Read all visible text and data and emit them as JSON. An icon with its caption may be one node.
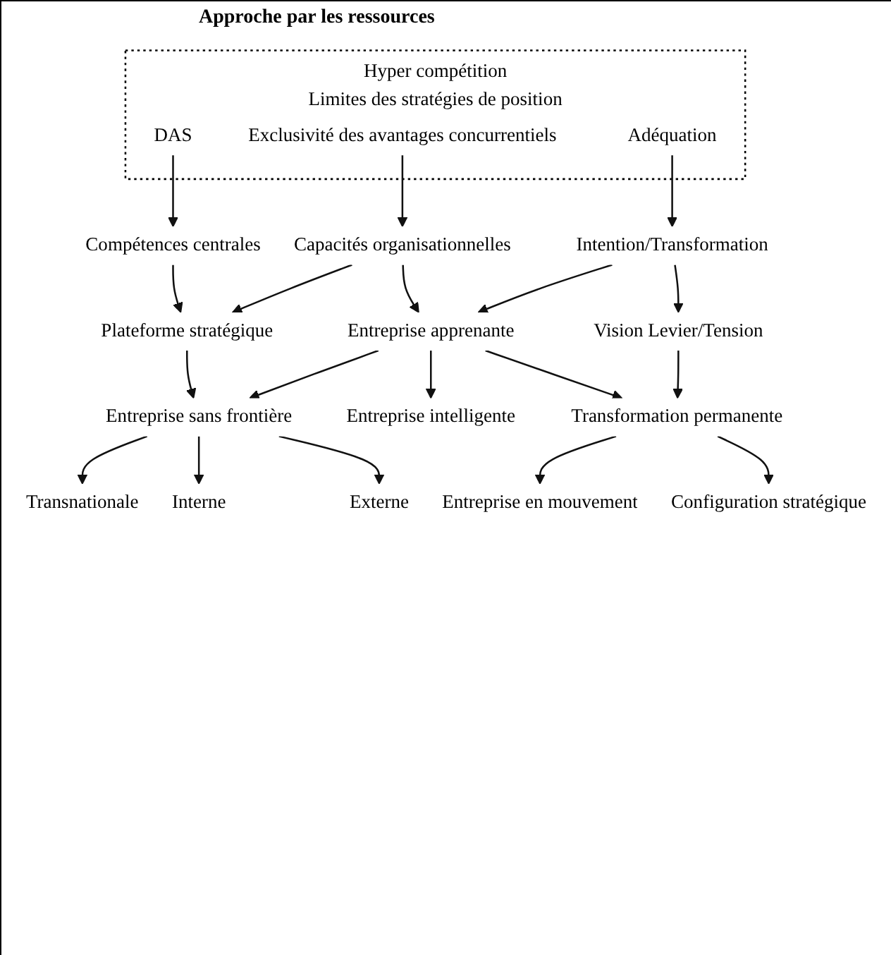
{
  "diagram": {
    "nodes": [
      {
        "text": [
          "Hyper compétition",
          "Limites des stratégies de position"
        ]
      },
      {
        "text": [
          "DAS"
        ],
        "in": 0
      },
      {
        "text": [
          "Exclusivité des avantages concurrentiels"
        ],
        "in": 0
      },
      {
        "text": [
          "Adéquation"
        ],
        "in": 0
      },
      {
        "text": [
          "Compétences centrales"
        ]
      },
      {
        "text": [
          "Capacités organisationnelles"
        ]
      },
      {
        "text": [
          "Intention/Transformation"
        ]
      },
      {
        "text": [
          "Plateforme stratégique"
        ]
      },
      {
        "text": [
          "Entreprise apprenante"
        ]
      },
      {
        "text": [
          "Vision Levier/Tension"
        ]
      },
      {
        "text": [
          "Entreprise sans frontière"
        ]
      },
      {
        "text": [
          "Entreprise intelligente"
        ]
      },
      {
        "text": [
          "Transformation permanente"
        ]
      },
      {
        "text": [
          "Transnationale"
        ]
      },
      {
        "text": [
          "Interne"
        ]
      },
      {
        "text": [
          "Externe"
        ]
      },
      {
        "text": [
          "Entreprise en mouvement"
        ]
      },
      {
        "text": [
          "Configuration stratégique"
        ]
      }
    ],
    "edges": [
      {
        "from": 1,
        "to": 4,
        "arrow": "to"
      },
      {
        "from": 2,
        "to": 5,
        "arrow": "to"
      },
      {
        "from": 3,
        "to": 6,
        "arrow": "to"
      },
      {
        "from": 4,
        "to": 7,
        "arrow": "to"
      },
      {
        "from": 5,
        "to": 7,
        "arrow": "to"
      },
      {
        "from": 5,
        "to": 8,
        "arrow": "to"
      },
      {
        "from": 6,
        "to": 8,
        "arrow": "to"
      },
      {
        "from": 6,
        "to": 9,
        "arrow": "to"
      },
      {
        "from": 7,
        "to": 10,
        "arrow": "to"
      },
      {
        "from": 8,
        "to": 10,
        "arrow": "to"
      },
      {
        "from": 8,
        "to": 11,
        "arrow": "to"
      },
      {
        "from": 8,
        "to": 12,
        "arrow": "to"
      },
      {
        "from": 9,
        "to": 12,
        "arrow": "to"
      },
      {
        "from": 10,
        "to": 13,
        "arrow": "to"
      },
      {
        "from": 10,
        "to": 14,
        "arrow": "to"
      },
      {
        "from": 10,
        "to": 15,
        "arrow": "to"
      },
      {
        "from": 12,
        "to": 16,
        "arrow": "to"
      },
      {
        "from": 12,
        "to": 17,
        "arrow": "to"
      }
    ],
    "labels": [
      "Approche par les ressources"
    ]
  }
}
